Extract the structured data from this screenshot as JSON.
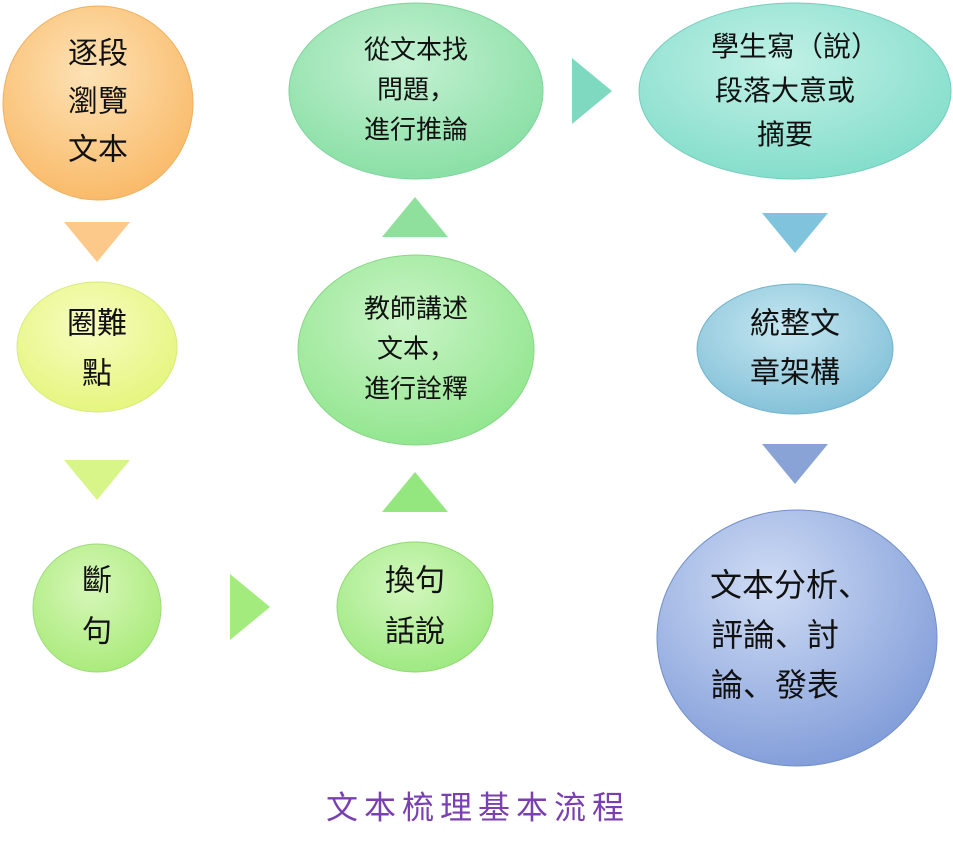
{
  "caption": "文本梳理基本流程",
  "nodes": {
    "browse": [
      "逐段",
      "瀏覽",
      "文本"
    ],
    "difficult": [
      "圈難",
      "點"
    ],
    "punctuate": [
      "斷",
      "句"
    ],
    "paraphrase": [
      "換句",
      "話說"
    ],
    "teacher_explain": [
      "教師講述",
      "文本，",
      "進行詮釋"
    ],
    "find_questions": [
      "從文本找",
      "問題，",
      "進行推論"
    ],
    "summarize": [
      "學生寫（說）",
      "段落大意或",
      "摘要"
    ],
    "structure": [
      "統整文",
      "章架構"
    ],
    "analysis": [
      "文本分析、",
      "評論、討",
      "論、發表"
    ]
  },
  "colors": {
    "browse": "#fbc27a",
    "difficult": "#eef78a",
    "punctuate": "#b4ee86",
    "paraphrase": "#a7ee8a",
    "teacher_explain": "#9ce99a",
    "find_questions": "#96e2b0",
    "summarize": "#91e3d3",
    "structure": "#8fc9de",
    "analysis": "#95aee0",
    "caption": "#7a3fb0"
  }
}
